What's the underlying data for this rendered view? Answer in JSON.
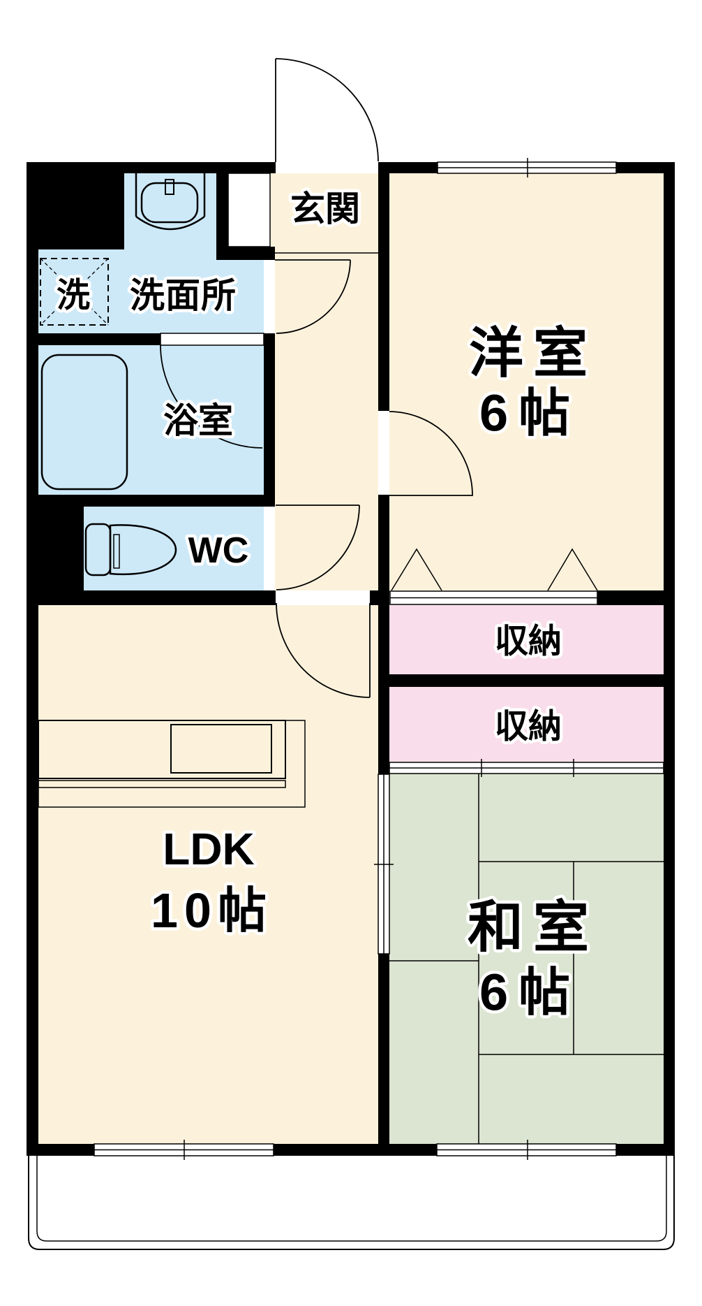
{
  "plan": {
    "rooms": {
      "entrance": {
        "label": "玄関"
      },
      "washroom": {
        "label": "洗面所"
      },
      "laundry": {
        "label": "洗"
      },
      "bathroom": {
        "label": "浴室"
      },
      "toilet": {
        "label": "WC"
      },
      "western_room": {
        "label": "洋室",
        "size": "6帖"
      },
      "storage_1": {
        "label": "収納"
      },
      "storage_2": {
        "label": "収納"
      },
      "ldk": {
        "label": "LDK",
        "size": "10帖"
      },
      "japanese_room": {
        "label": "和室",
        "size": "6帖"
      }
    },
    "colors": {
      "wall": "#000000",
      "floor": "#FCF2DC",
      "wet_area": "#CDE9F8",
      "storage": "#F9DDEA",
      "tatami": "#DCE5D2",
      "kitchen": "#CEE9F8",
      "fixture_fill": "#D6EEFA",
      "background": "#FFFFFF"
    }
  }
}
